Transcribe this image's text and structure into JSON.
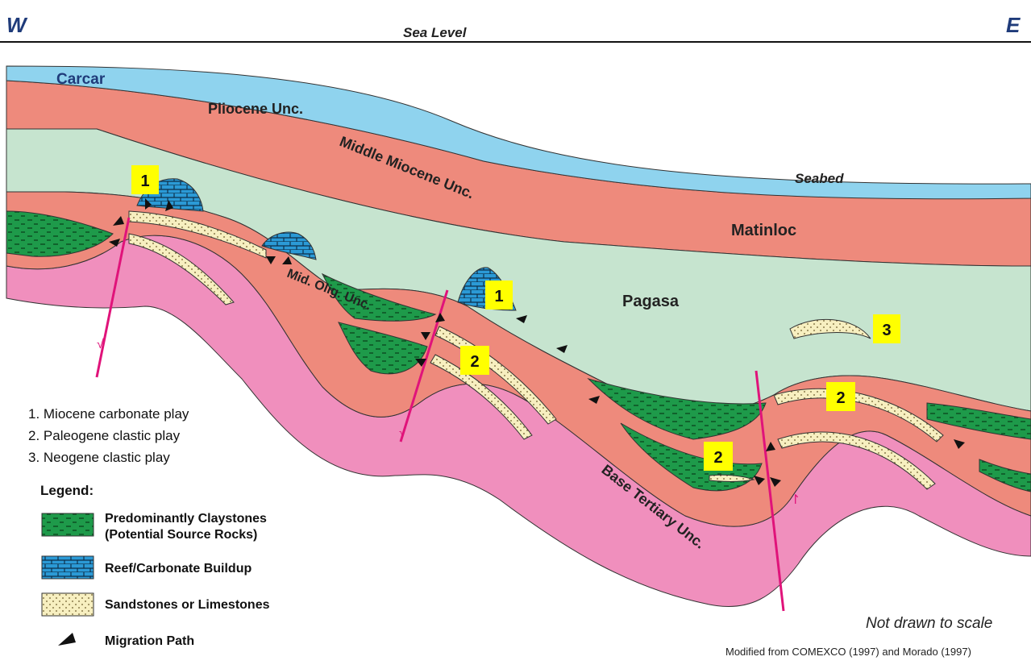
{
  "header": {
    "west": "W",
    "east": "E",
    "sea_level": "Sea Level"
  },
  "formations": {
    "carcar": "Carcar",
    "pliocene_unc": "Pliocene Unc.",
    "middle_miocene_unc": "Middle Miocene Unc.",
    "seabed": "Seabed",
    "matinloc": "Matinloc",
    "pagasa": "Pagasa",
    "mid_olig_unc": "Mid. Olig. Unc.",
    "base_tertiary_unc": "Base Tertiary Unc."
  },
  "play_labels": {
    "carbonate_1a": "1",
    "carbonate_1b": "1",
    "clastic_2a": "2",
    "clastic_2b": "2",
    "clastic_2c": "2",
    "neogene_3": "3"
  },
  "plays": [
    "1. Miocene carbonate play",
    "2. Paleogene clastic play",
    "3. Neogene clastic play"
  ],
  "legend": {
    "title": "Legend:",
    "claystone_line1": "Predominantly Claystones",
    "claystone_line2": "(Potential Source Rocks)",
    "reef": "Reef/Carbonate Buildup",
    "sandstone": "Sandstones or Limestones",
    "migration": "Migration Path"
  },
  "footer": {
    "scale_note": "Not drawn to scale",
    "credit": "Modified from COMEXCO (1997) and Morado (1997)"
  },
  "colors": {
    "carcar": "#8fd3ee",
    "red_unit": "#ee8a7c",
    "pagasa": "#c6e4cf",
    "basement": "#f08fbd",
    "claystone": "#1e9a4a",
    "reef": "#2b9ad6",
    "sandstone": "#f7efc0",
    "fault": "#e0137a",
    "play_box": "#ffff00",
    "title_blue": "#1f3b7a"
  }
}
